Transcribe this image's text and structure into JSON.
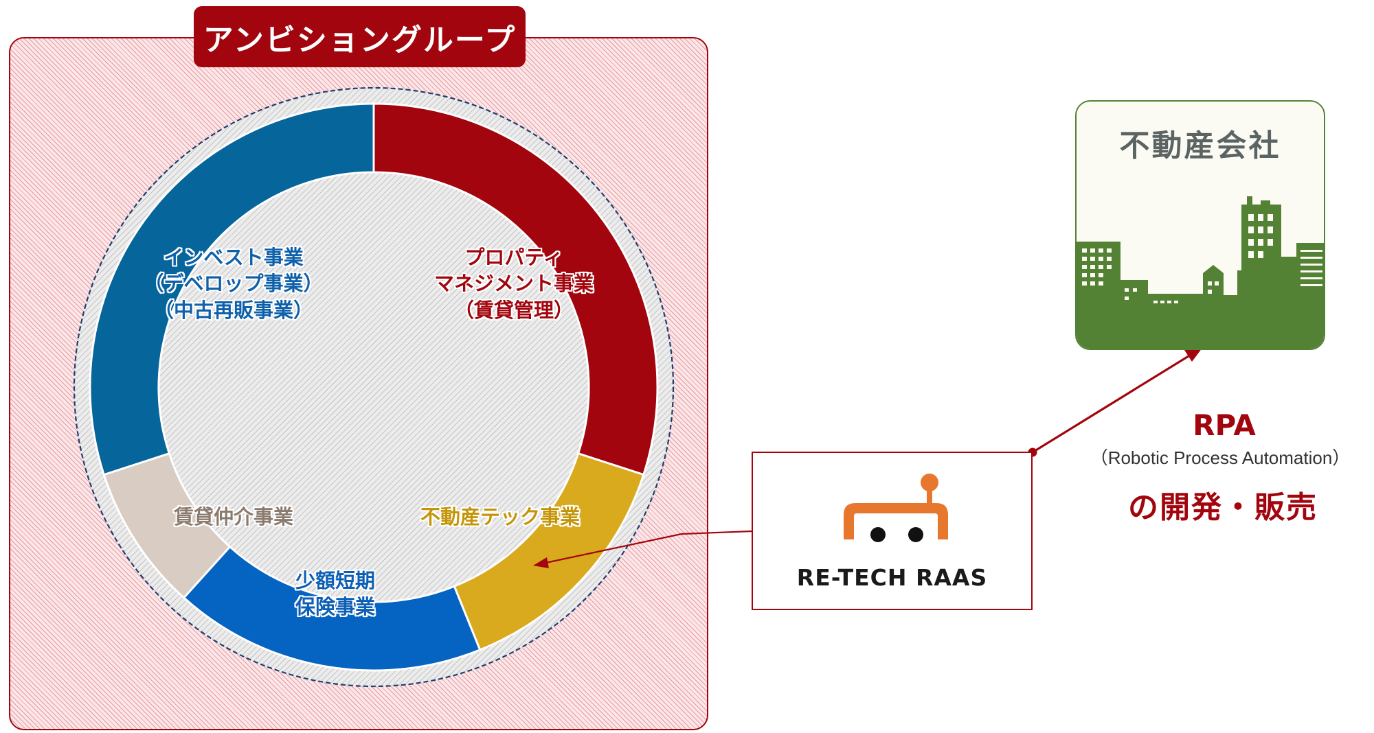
{
  "group": {
    "title": "アンビショングループ",
    "segments": [
      {
        "lines": [
          "プロパティ",
          "マネジメント事業",
          "（賃貸管理）"
        ],
        "color": "#a2050d",
        "text_color": "#a2050d"
      },
      {
        "lines": [
          "不動産テック事業"
        ],
        "color": "#d9a91e",
        "text_color": "#c49508"
      },
      {
        "lines": [
          "少額短期",
          "保険事業"
        ],
        "color": "#0563c1",
        "text_color": "#0d5fb5"
      },
      {
        "lines": [
          "賃貸仲介事業"
        ],
        "color": "#d9cdc3",
        "text_color": "#8b7a6e"
      },
      {
        "lines": [
          "インベスト事業",
          "（デベロップ事業）",
          "（中古再販事業）"
        ],
        "color": "#06659a",
        "text_color": "#0e60aa"
      }
    ]
  },
  "product": {
    "logo_text": "RE-TECH RAAS",
    "logo_color": "#e8772e"
  },
  "company": {
    "title": "不動産会社",
    "city_color": "#548235"
  },
  "rpa": {
    "title": "RPA",
    "subtitle": "（Robotic Process Automation）",
    "description": "の開発・販売"
  },
  "colors": {
    "brand_red": "#a2050d",
    "ring_outline": "#1f3f6e"
  }
}
